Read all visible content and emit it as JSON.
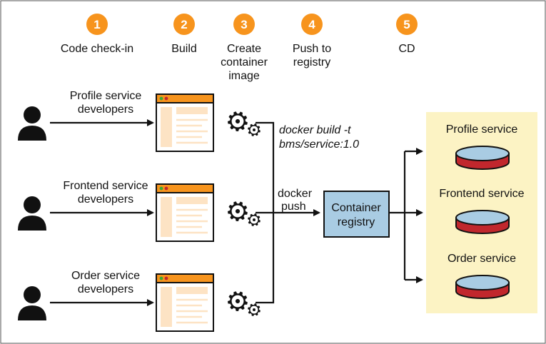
{
  "steps": [
    {
      "num": "1",
      "lines": [
        "Code check-in"
      ]
    },
    {
      "num": "2",
      "lines": [
        "Build"
      ]
    },
    {
      "num": "3",
      "lines": [
        "Create",
        "container",
        "image"
      ]
    },
    {
      "num": "4",
      "lines": [
        "Push to",
        "registry"
      ]
    },
    {
      "num": "5",
      "lines": [
        "CD"
      ]
    }
  ],
  "teams": [
    {
      "lines": [
        "Profile service",
        "developers"
      ]
    },
    {
      "lines": [
        "Frontend service",
        "developers"
      ]
    },
    {
      "lines": [
        "Order service",
        "developers"
      ]
    }
  ],
  "annotations": {
    "build_cmd": [
      "docker build -t",
      "bms/service:1.0"
    ],
    "push_cmd": [
      "docker",
      "push"
    ]
  },
  "registry": {
    "lines": [
      "Container",
      "registry"
    ]
  },
  "services": [
    {
      "label": "Profile service"
    },
    {
      "label": "Frontend service"
    },
    {
      "label": "Order service"
    }
  ],
  "colors": {
    "step_badge": "#f7941d",
    "window_bar": "#f7941d",
    "window_body": "#fde3c4",
    "registry_fill": "#a9cce3",
    "services_panel": "#fcf3c4",
    "db_top": "#a9cce3",
    "db_bottom": "#c1272d",
    "dot_green": "#3aaa35",
    "dot_red": "#c1272d"
  }
}
